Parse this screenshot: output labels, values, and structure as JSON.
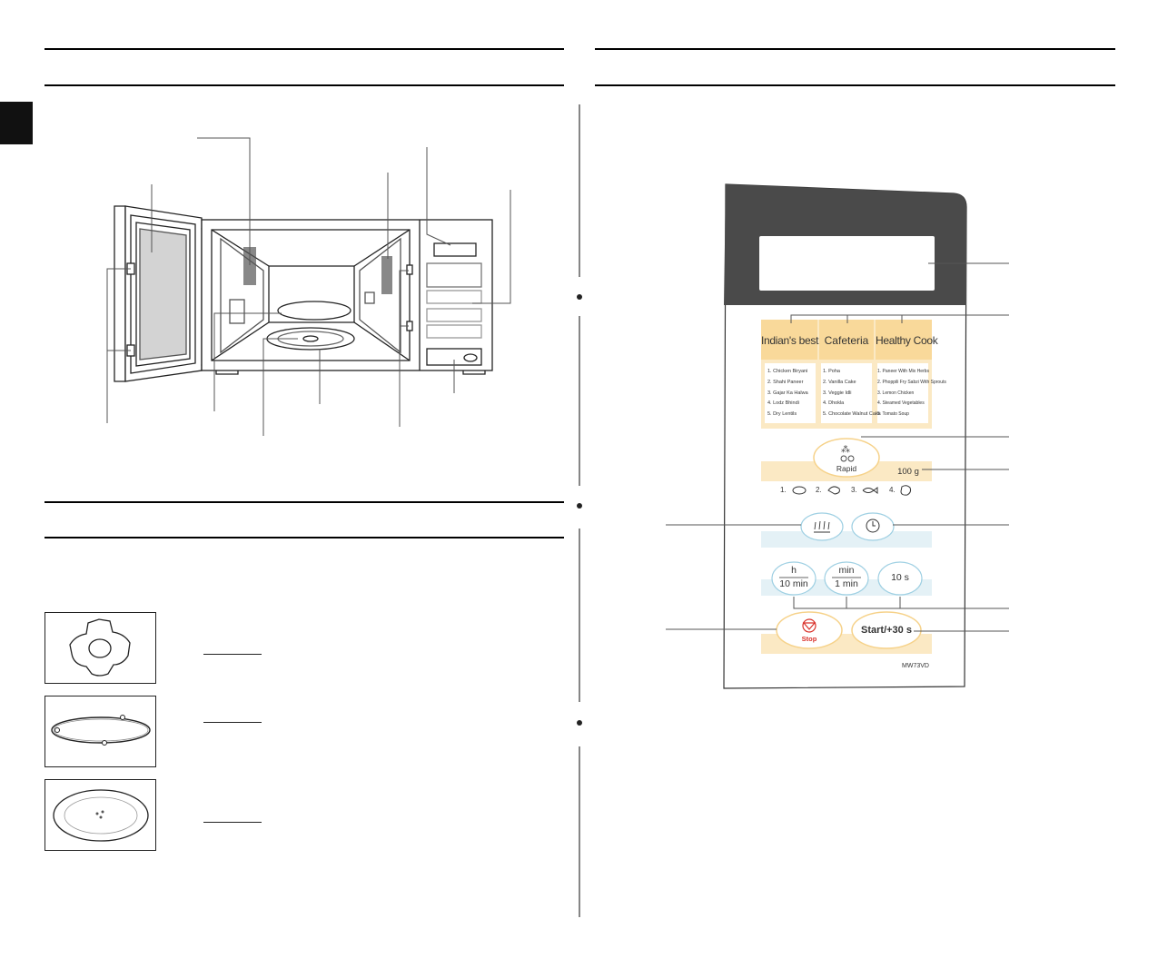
{
  "control_panel": {
    "programs": [
      {
        "title": "Indian's best",
        "items": [
          "1. Chicken Biryani",
          "2. Shahi Paneer",
          "3. Gajar Ka Halwa",
          "4. Lodz Bhindi",
          "5. Dry Lentils"
        ]
      },
      {
        "title": "Cafeteria",
        "items": [
          "1. Poha",
          "2. Vanilla Cake",
          "3. Veggie Idli",
          "4. Dhokla",
          "5. Chocolate Walnut Cake"
        ]
      },
      {
        "title": "Healthy Cook",
        "items": [
          "1. Paneer With Mix Herbs",
          "2. Phoppili Fry Sabzi With Sprouts",
          "3. Lemon Chicken",
          "4. Steamed Vegetables",
          "5. Tomato Soup"
        ]
      }
    ],
    "rapid_label": "Rapid",
    "weight_label": "100 g",
    "defrost_numbers": [
      "1.",
      "2.",
      "3.",
      "4."
    ],
    "time_buttons": [
      {
        "top": "h",
        "bottom": "10 min"
      },
      {
        "top": "min",
        "bottom": "1 min"
      },
      {
        "single": "10 s"
      }
    ],
    "stop_label": "Stop",
    "start_label": "Start/+30 s",
    "model": "MW73VD"
  },
  "colors": {
    "panel_top": "#4a4a4a",
    "cream": "#fbe9c4",
    "program_header": "#f9d99a",
    "light_blue": "#e4f1f6",
    "stop_red": "#d9322b"
  }
}
